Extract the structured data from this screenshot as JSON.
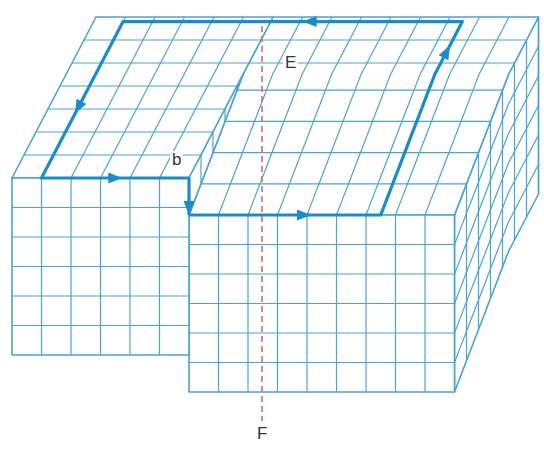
{
  "diagram": {
    "labels": [
      "E",
      "b",
      "F"
    ]
  }
}
